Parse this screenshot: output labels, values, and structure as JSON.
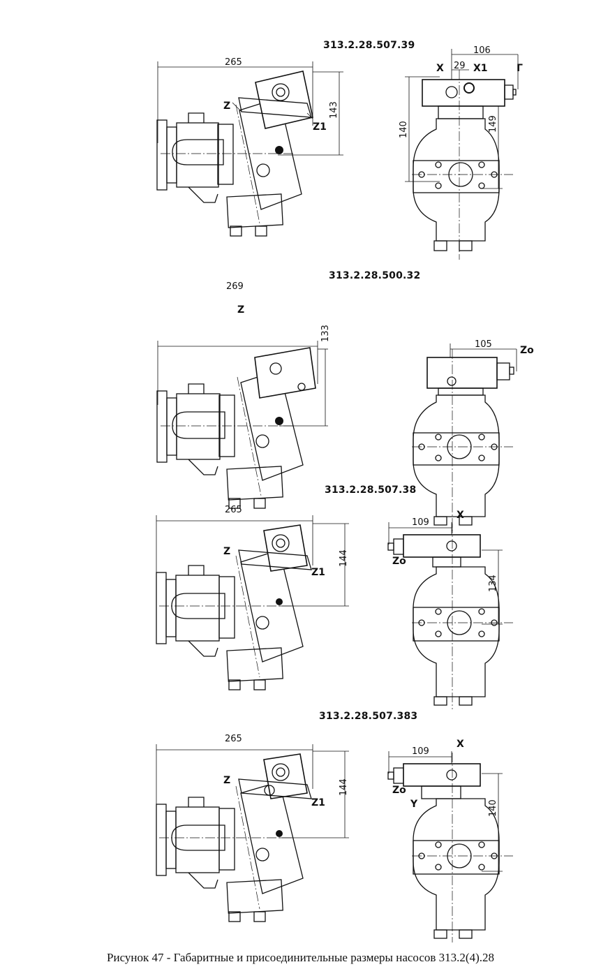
{
  "caption": "Рисунок 47 - Габаритные и присоединительные размеры насосов 313.2(4).28",
  "variants": [
    {
      "model": "313.2.28.507.39",
      "side": {
        "width": "265",
        "height": "143",
        "port_a": "Z",
        "port_b": "Z1"
      },
      "front": {
        "dim_top": "106",
        "dim_small": "29",
        "dim_left": "140",
        "dim_right": "149",
        "port_x": "X",
        "port_x1": "X1",
        "port_g": "Г"
      }
    },
    {
      "model": "313.2.28.500.32",
      "side": {
        "width": "269",
        "height": "133",
        "port_a": "Z"
      },
      "front": {
        "dim_top": "105",
        "port_zo": "Zo"
      }
    },
    {
      "model": "313.2.28.507.38",
      "side": {
        "width": "265",
        "height": "144",
        "port_a": "Z",
        "port_b": "Z1"
      },
      "front": {
        "dim_top": "109",
        "dim_right": "134",
        "port_x": "X",
        "port_zo": "Zo"
      }
    },
    {
      "model": "313.2.28.507.383",
      "side": {
        "width": "265",
        "height": "144",
        "port_a": "Z",
        "port_b": "Z1"
      },
      "front": {
        "dim_top": "109",
        "dim_right": "140",
        "port_x": "X",
        "port_zo": "Zo",
        "port_y": "Y"
      }
    }
  ]
}
